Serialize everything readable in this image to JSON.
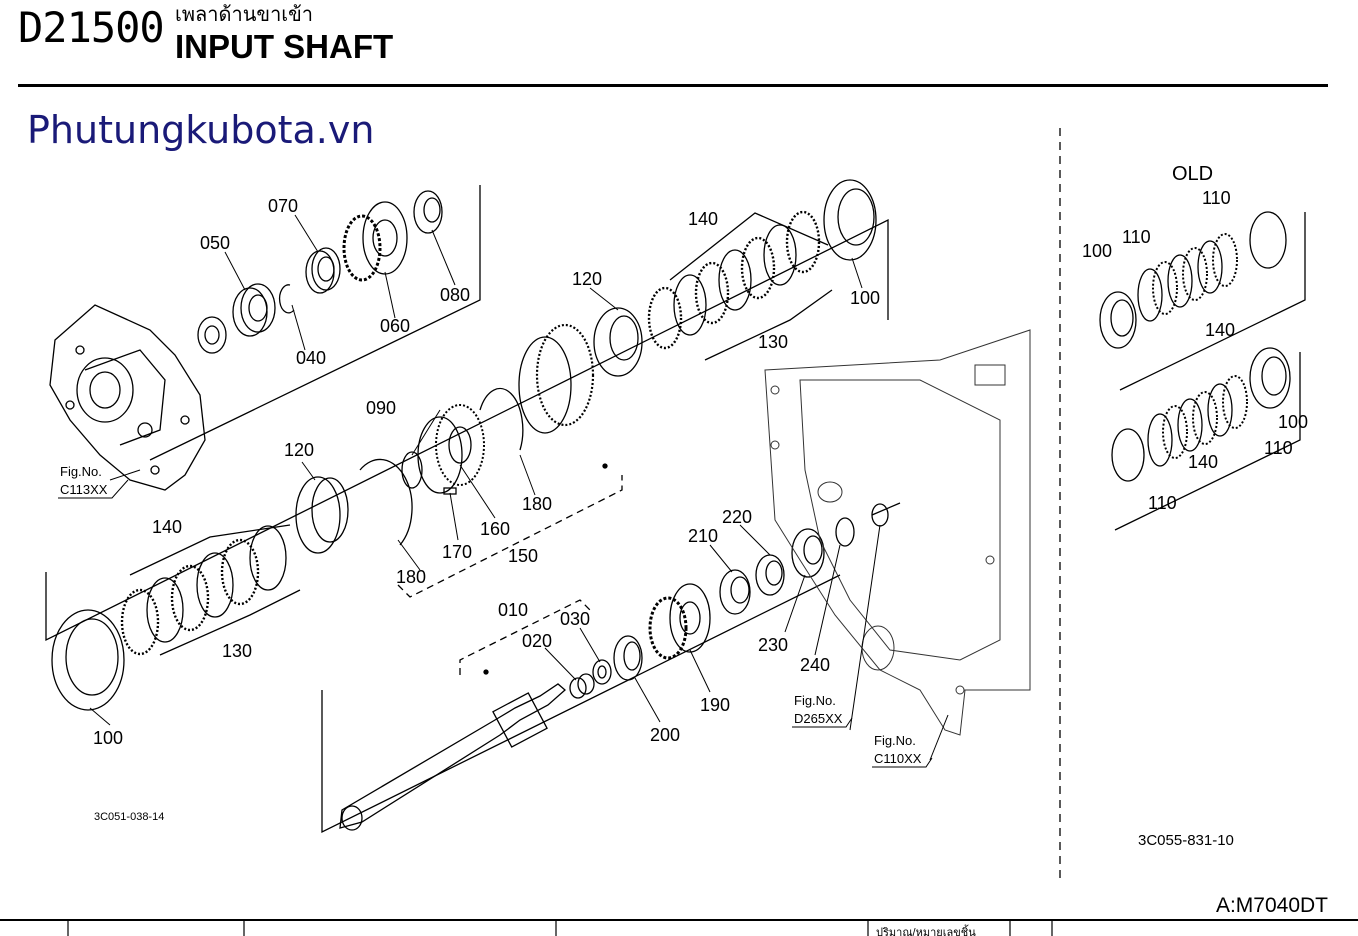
{
  "header": {
    "code": "D21500",
    "title_thai": "เพลาด้านขาเข้า",
    "title_en": "INPUT SHAFT"
  },
  "watermark": "Phutungkubota.vn",
  "model": "A:M7040DT",
  "figure_codes": {
    "main": "3C051-038-14",
    "alt": "3C055-831-10"
  },
  "old_label": "OLD",
  "fig_refs": [
    {
      "label": "Fig.No.",
      "ref": "C113XX"
    },
    {
      "label": "Fig.No.",
      "ref": "D265XX"
    },
    {
      "label": "Fig.No.",
      "ref": "C110XX"
    }
  ],
  "callouts": {
    "c010": "010",
    "c020": "020",
    "c030": "030",
    "c040": "040",
    "c050": "050",
    "c060": "060",
    "c070": "070",
    "c080": "080",
    "c090": "090",
    "c100a": "100",
    "c100b": "100",
    "c100c": "100",
    "c100d": "100",
    "c110a": "110",
    "c110b": "110",
    "c110c": "110",
    "c110d": "110",
    "c120a": "120",
    "c120b": "120",
    "c130a": "130",
    "c130b": "130",
    "c140a": "140",
    "c140b": "140",
    "c140c": "140",
    "c140d": "140",
    "c150": "150",
    "c160": "160",
    "c170": "170",
    "c180a": "180",
    "c180b": "180",
    "c190": "190",
    "c200": "200",
    "c210": "210",
    "c220": "220",
    "c230": "230",
    "c240": "240"
  },
  "footer_text": "ปริมาณ/หมายเลขชิ้น"
}
